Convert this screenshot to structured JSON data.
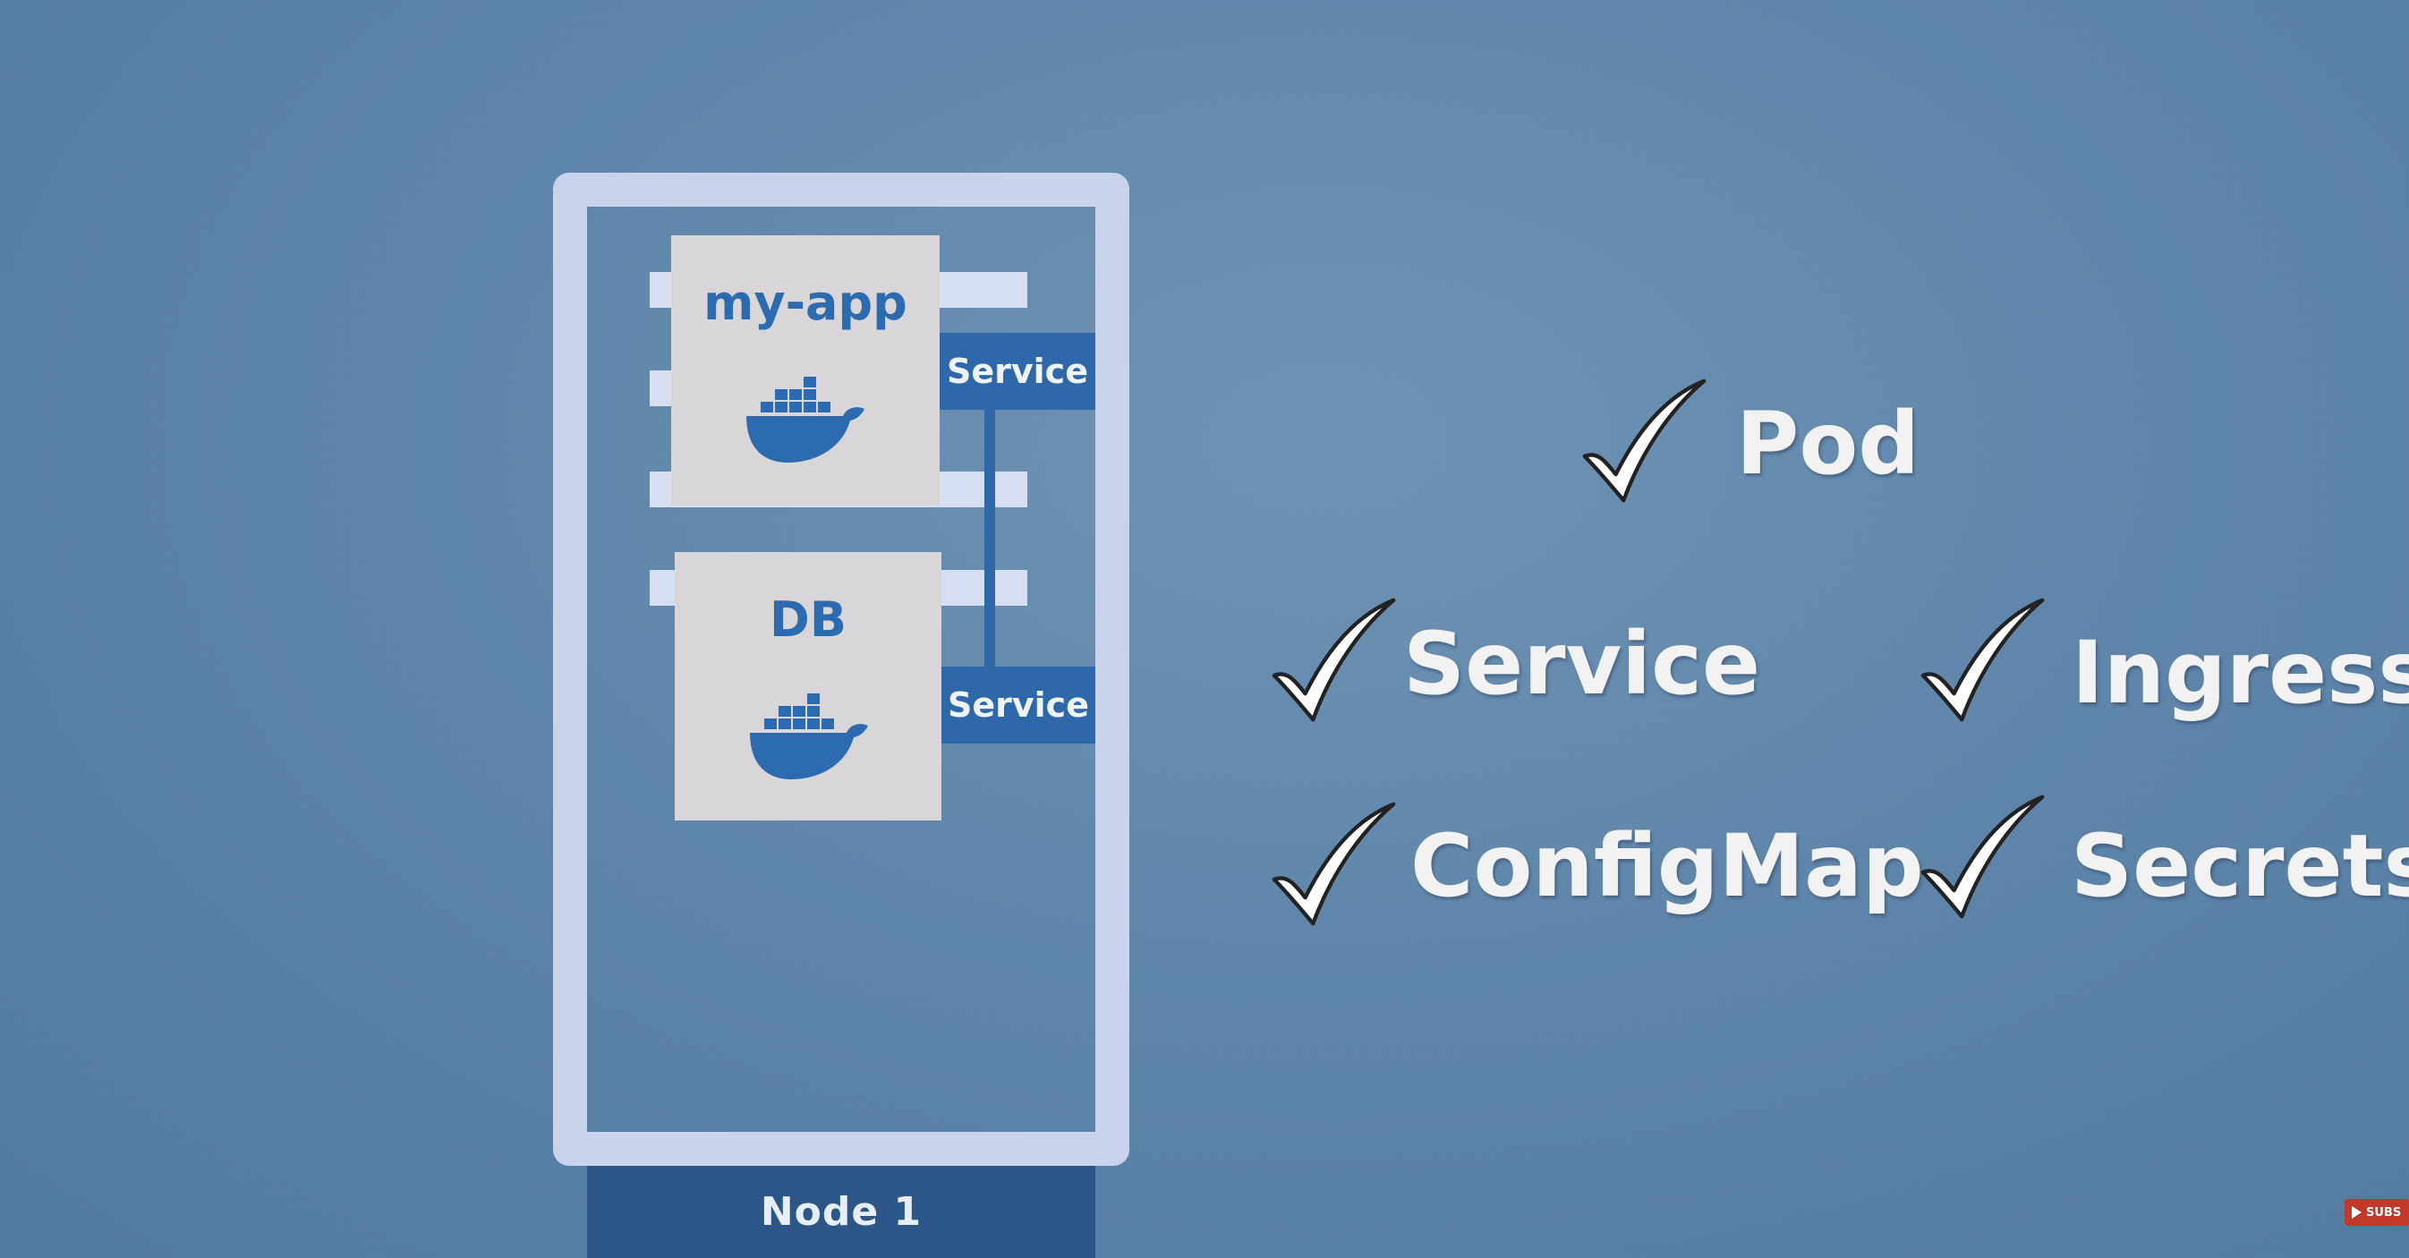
{
  "node": {
    "label": "Node 1"
  },
  "pods": [
    {
      "title": "my-app",
      "icon": "docker-whale-icon",
      "service_label": "Service"
    },
    {
      "title": "DB",
      "icon": "docker-whale-icon",
      "service_label": "Service"
    }
  ],
  "checklist": [
    {
      "label": "Pod",
      "icon": "checkmark-icon"
    },
    {
      "label": "Service",
      "icon": "checkmark-icon"
    },
    {
      "label": "Ingress",
      "icon": "checkmark-icon"
    },
    {
      "label": "ConfigMap",
      "icon": "checkmark-icon"
    },
    {
      "label": "Secrets",
      "icon": "checkmark-icon"
    }
  ],
  "badge": {
    "label": "SUBS",
    "icon": "play-icon"
  },
  "colors": {
    "background": "#5f86aa",
    "node_frame": "#c9d4ec",
    "node_label_bar": "#2c5687",
    "pod_box": "#d8d6d8",
    "service_box": "#2f68a9",
    "docker_blue": "#2d6bb0",
    "checklist_text": "#f2f2f2"
  }
}
